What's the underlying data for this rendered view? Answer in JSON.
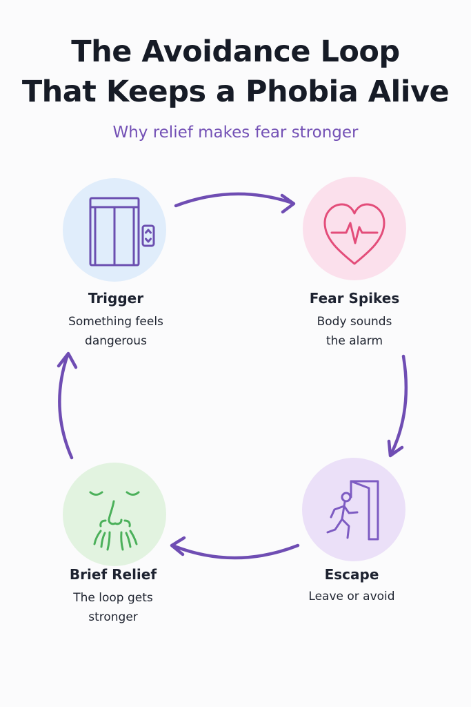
{
  "header": {
    "title_line1": "The Avoidance Loop",
    "title_line2": "That Keeps a Phobia Alive",
    "subtitle": "Why relief makes fear stronger"
  },
  "colors": {
    "accent": "#6f4db3",
    "title": "#161b26",
    "trigger_bg": "#e0edfb",
    "fear_bg": "#fbe0ec",
    "escape_bg": "#ebe0f8",
    "relief_bg": "#e2f3e0",
    "trigger_icon": "#6b4fb0",
    "fear_icon": "#e34d7a",
    "escape_icon": "#7d5bc2",
    "relief_icon": "#4bb05a"
  },
  "steps": [
    {
      "icon": "elevator-icon",
      "label": "Trigger",
      "desc_line1": "Something feels",
      "desc_line2": "dangerous"
    },
    {
      "icon": "heartbeat-icon",
      "label": "Fear Spikes",
      "desc_line1": "Body sounds",
      "desc_line2": "the alarm"
    },
    {
      "icon": "exit-door-icon",
      "label": "Escape",
      "desc_line1": "Leave or avoid",
      "desc_line2": ""
    },
    {
      "icon": "sigh-face-icon",
      "label": "Brief Relief",
      "desc_line1": "The loop gets",
      "desc_line2": "stronger"
    }
  ]
}
